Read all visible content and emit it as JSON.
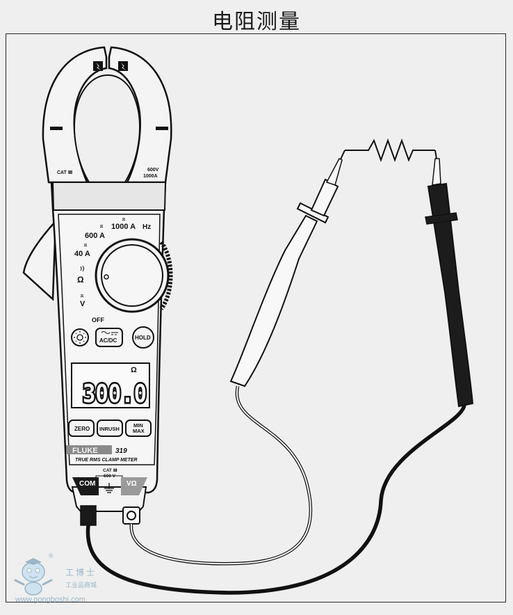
{
  "title": "电阻测量",
  "meter": {
    "brand": "FLUKE",
    "model": "319",
    "subtitle": "TRUE RMS CLAMP METER",
    "jaw_cat": "CAT Ⅲ",
    "jaw_rating_v": "600V",
    "jaw_rating_a": "1000A",
    "dial": {
      "pos_1000a": "1000 A",
      "pos_hz": "Hz",
      "pos_600a": "600 A",
      "pos_40a": "40 A",
      "pos_ohm": "Ω",
      "pos_v": "V",
      "pos_off": "OFF"
    },
    "buttons": {
      "backlight": "",
      "acdc": "AC/DC",
      "hold": "HOLD",
      "zero": "ZERO",
      "inrush": "INRUSH",
      "minmax_1": "MIN",
      "minmax_2": "MAX"
    },
    "display": {
      "unit": "Ω",
      "reading": "300.0"
    },
    "terminals": {
      "cat": "CAT Ⅲ",
      "volt": "600 V",
      "com": "COM",
      "vohm": "VΩ"
    }
  },
  "watermark": {
    "brand": "工博士",
    "sub": "工业品商城",
    "url": "www.gongboshi.com",
    "reg": "®"
  },
  "colors": {
    "background": "#efefef",
    "outline": "#111111",
    "meter_body": "#f4f4f4",
    "com_terminal": "#1a1a1a",
    "black_probe": "#1c1c1c",
    "red_probe_white": "#f8f8f8"
  }
}
